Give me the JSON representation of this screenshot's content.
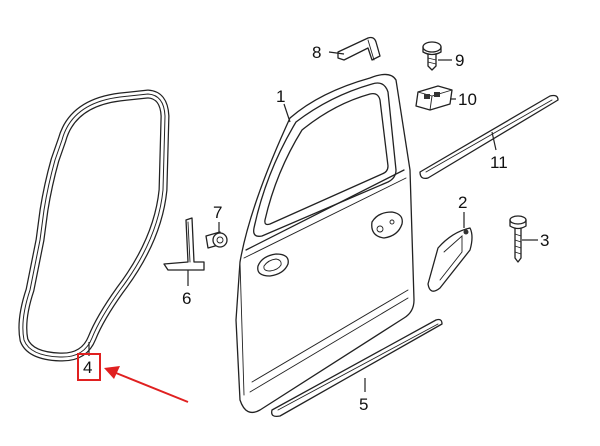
{
  "diagram": {
    "callouts": [
      {
        "id": "1",
        "label": "1"
      },
      {
        "id": "2",
        "label": "2"
      },
      {
        "id": "3",
        "label": "3"
      },
      {
        "id": "4",
        "label": "4"
      },
      {
        "id": "5",
        "label": "5"
      },
      {
        "id": "6",
        "label": "6"
      },
      {
        "id": "7",
        "label": "7"
      },
      {
        "id": "8",
        "label": "8"
      },
      {
        "id": "9",
        "label": "9"
      },
      {
        "id": "10",
        "label": "10"
      },
      {
        "id": "11",
        "label": "11"
      }
    ],
    "highlighted_callout": "4",
    "colors": {
      "line": "#222222",
      "highlight": "#e02020",
      "background": "#ffffff"
    }
  }
}
